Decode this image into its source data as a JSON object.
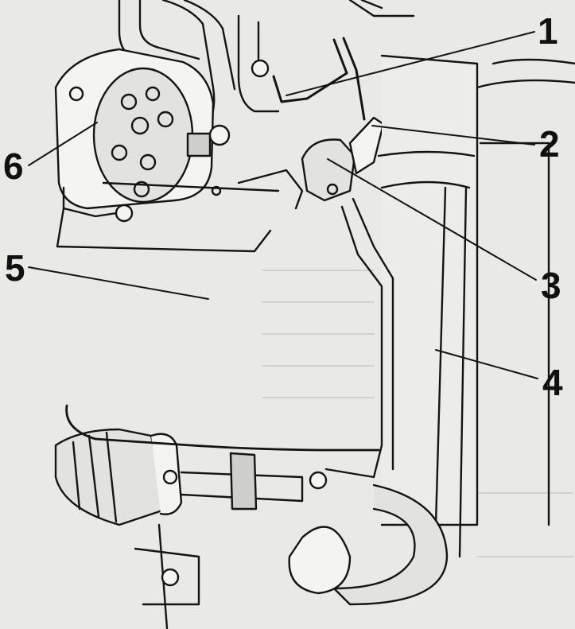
{
  "palette": {
    "paper": "#e9e9e6",
    "ink": "#141414",
    "shade": "#bdbdb8",
    "light": "#f4f4f1"
  },
  "callouts": {
    "c1": "1",
    "c2": "2",
    "c3": "3",
    "c4": "4",
    "c5": "5",
    "c6": "6"
  }
}
